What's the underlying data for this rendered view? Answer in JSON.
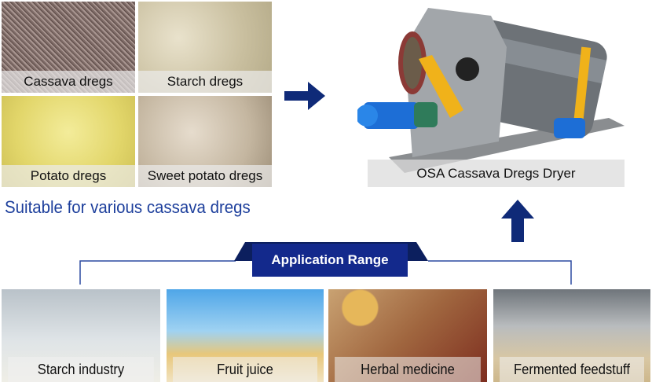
{
  "materials": [
    {
      "label": "Cassava dregs"
    },
    {
      "label": "Starch dregs"
    },
    {
      "label": "Potato dregs"
    },
    {
      "label": "Sweet potato dregs"
    }
  ],
  "tagline": "Suitable for various cassava dregs",
  "machine": {
    "label": "OSA Cassava Dregs Dryer"
  },
  "banner": "Application Range",
  "applications": [
    {
      "label": "Starch industry"
    },
    {
      "label": "Fruit juice"
    },
    {
      "label": "Herbal medicine"
    },
    {
      "label": "Fermented feedstuff"
    }
  ],
  "colors": {
    "navy": "#0f2a78",
    "banner": "#13298c",
    "tagline": "#1d3f9c"
  }
}
